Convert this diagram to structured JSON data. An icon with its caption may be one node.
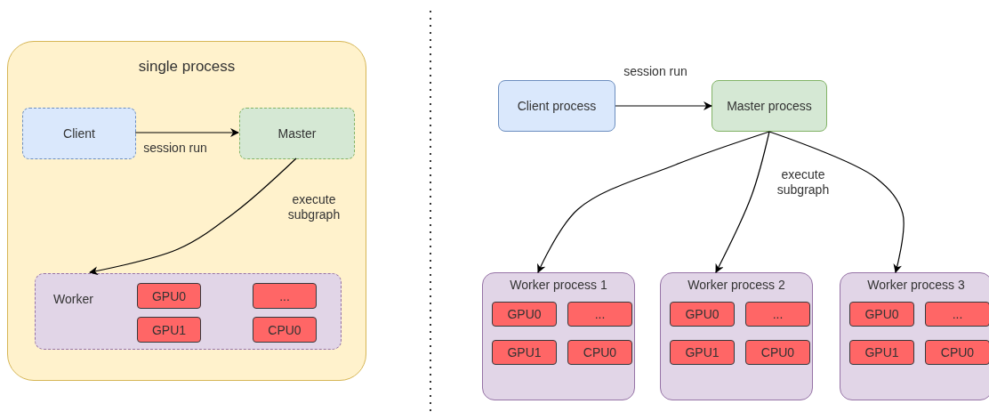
{
  "diagram": {
    "nodes": [
      {
        "text": [
          "single process"
        ]
      },
      {
        "text": [
          "Client"
        ],
        "in": 0
      },
      {
        "text": [
          "Master"
        ],
        "in": 0
      },
      {
        "text": [
          "Worker"
        ],
        "in": 0
      },
      {
        "text": [
          "GPU0"
        ],
        "in": 3
      },
      {
        "text": [
          "..."
        ],
        "in": 3
      },
      {
        "text": [
          "GPU1"
        ],
        "in": 3
      },
      {
        "text": [
          "CPU0"
        ],
        "in": 3
      },
      {
        "text": [
          "Client process"
        ]
      },
      {
        "text": [
          "Master process"
        ]
      },
      {
        "text": [
          "Worker process 1"
        ]
      },
      {
        "text": [
          "GPU0"
        ],
        "in": 10
      },
      {
        "text": [
          "..."
        ],
        "in": 10
      },
      {
        "text": [
          "GPU1"
        ],
        "in": 10
      },
      {
        "text": [
          "CPU0"
        ],
        "in": 10
      },
      {
        "text": [
          "Worker process 2"
        ]
      },
      {
        "text": [
          "GPU0"
        ],
        "in": 15
      },
      {
        "text": [
          "..."
        ],
        "in": 15
      },
      {
        "text": [
          "GPU1"
        ],
        "in": 15
      },
      {
        "text": [
          "CPU0"
        ],
        "in": 15
      },
      {
        "text": [
          "Worker process 3"
        ]
      },
      {
        "text": [
          "GPU0"
        ],
        "in": 20
      },
      {
        "text": [
          "..."
        ],
        "in": 20
      },
      {
        "text": [
          "GPU1"
        ],
        "in": 20
      },
      {
        "text": [
          "CPU0"
        ],
        "in": 20
      }
    ],
    "edges": [
      {
        "from": 1,
        "to": 2,
        "arrow": "to",
        "label": "session run"
      },
      {
        "from": 2,
        "to": 3,
        "arrow": "to",
        "label": "execute subgraph"
      },
      {
        "from": 8,
        "to": 9,
        "arrow": "to",
        "label": "session run"
      },
      {
        "from": 9,
        "to": 10,
        "arrow": "to"
      },
      {
        "from": 9,
        "to": 15,
        "arrow": "to",
        "label": "execute subgraph"
      },
      {
        "from": 9,
        "to": 20,
        "arrow": "to"
      }
    ]
  }
}
